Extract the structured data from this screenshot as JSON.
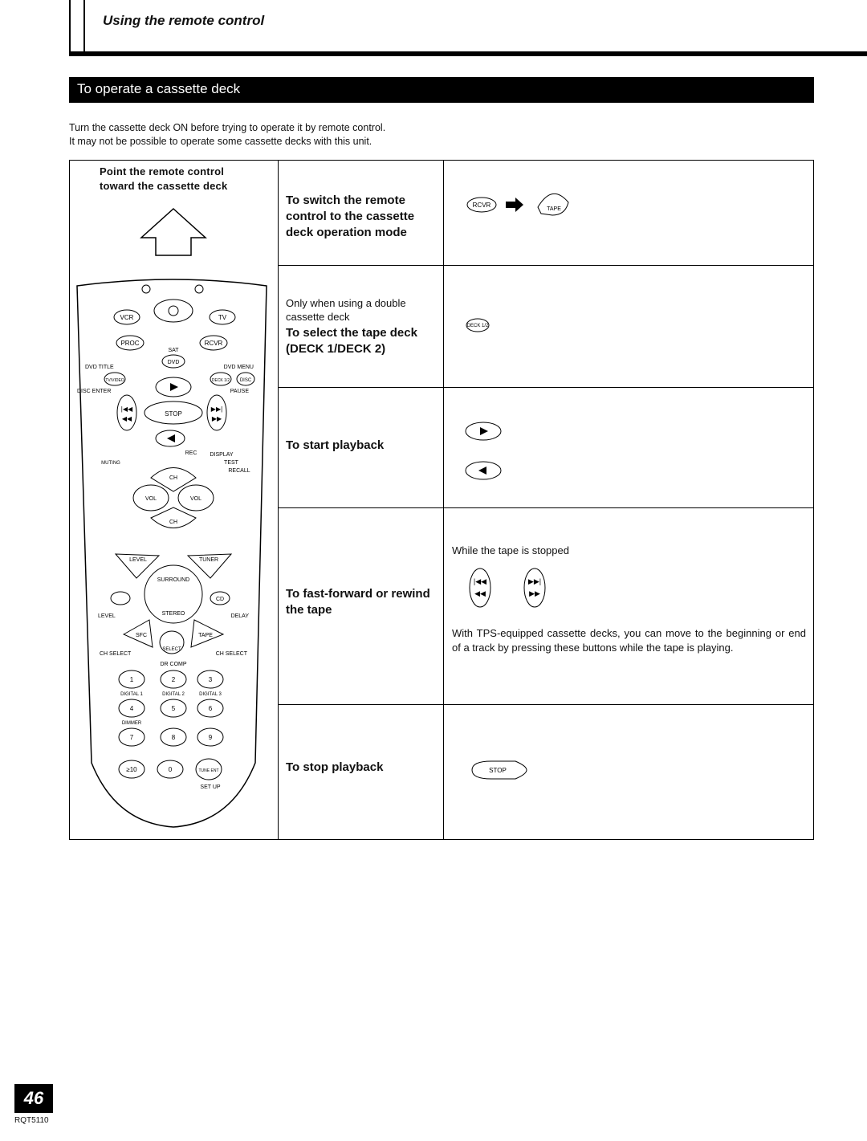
{
  "header": {
    "section_title": "Using the remote control"
  },
  "banner": {
    "title": "To operate a cassette deck"
  },
  "intro": {
    "line1": "Turn the cassette deck ON before trying to operate it by remote control.",
    "line2": "It may not be possible to operate some cassette decks with this unit."
  },
  "remote_panel": {
    "caption": "Point the remote control toward the cassette deck",
    "buttons": {
      "vcr": "VCR",
      "tv": "TV",
      "proc": "PROC",
      "sat": "SAT",
      "rcvr": "RCVR",
      "dvd": "DVD",
      "dvd_title": "DVD TITLE",
      "dvd_menu": "DVD MENU",
      "tvvideo": "TV/VIDEO",
      "deck12": "DECK 1/2",
      "disc": "DISC",
      "disc_enter": "DISC ENTER",
      "pause": "PAUSE",
      "stop": "STOP",
      "rec": "REC",
      "display": "DISPLAY",
      "muting": "MUTING",
      "test": "TEST",
      "recall": "RECALL",
      "ch": "CH",
      "vol": "VOL",
      "level": "LEVEL",
      "tuner": "TUNER",
      "surround": "SURROUND",
      "stereo": "STEREO",
      "delay": "DELAY",
      "cd": "CD",
      "sfc": "SFC",
      "tape": "TAPE",
      "dvd_select": "SELECT",
      "ch_select": "CH SELECT",
      "dr_comp": "DR COMP",
      "digital1": "DIGITAL 1",
      "digital2": "DIGITAL 2",
      "digital3": "DIGITAL 3",
      "dimmer": "DIMMER",
      "ge10": "≥10",
      "tune_ent": "TUNE ENT",
      "setup": "SET UP",
      "num1": "1",
      "num2": "2",
      "num3": "3",
      "num4": "4",
      "num5": "5",
      "num6": "6",
      "num7": "7",
      "num8": "8",
      "num9": "9",
      "num0": "0"
    }
  },
  "rows": [
    {
      "label": "To switch the remote control to the cassette deck operation mode",
      "btn1": "RCVR",
      "btn2": "TAPE"
    },
    {
      "note": "Only when using a double cassette deck",
      "label": "To select the tape deck (DECK 1/DECK 2)",
      "btn1": "DECK 1/2"
    },
    {
      "label": "To start playback"
    },
    {
      "label": "To fast-forward or rewind the tape",
      "condition": "While the tape is stopped",
      "description": "With TPS-equipped cassette decks, you can move to the beginning or end of a track by pressing these buttons while the tape is playing."
    },
    {
      "label": "To stop playback",
      "btn1": "STOP"
    }
  ],
  "footer": {
    "page_number": "46",
    "code": "RQT5110"
  }
}
